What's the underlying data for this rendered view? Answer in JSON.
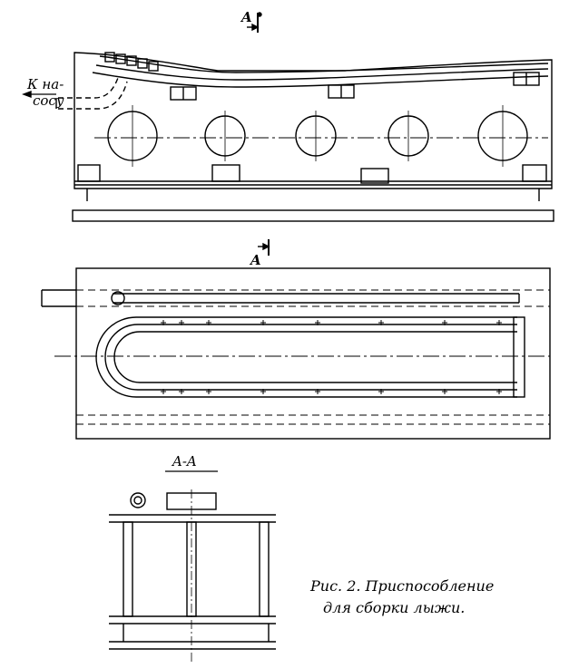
{
  "section_marks": {
    "top": "A",
    "middle": "A",
    "section_title": "A-A"
  },
  "pump_label": {
    "line1": "К на-",
    "line2": "сосу"
  },
  "caption": {
    "line1": "Рис. 2. Приспособление",
    "line2": "для сборки лыжи."
  }
}
